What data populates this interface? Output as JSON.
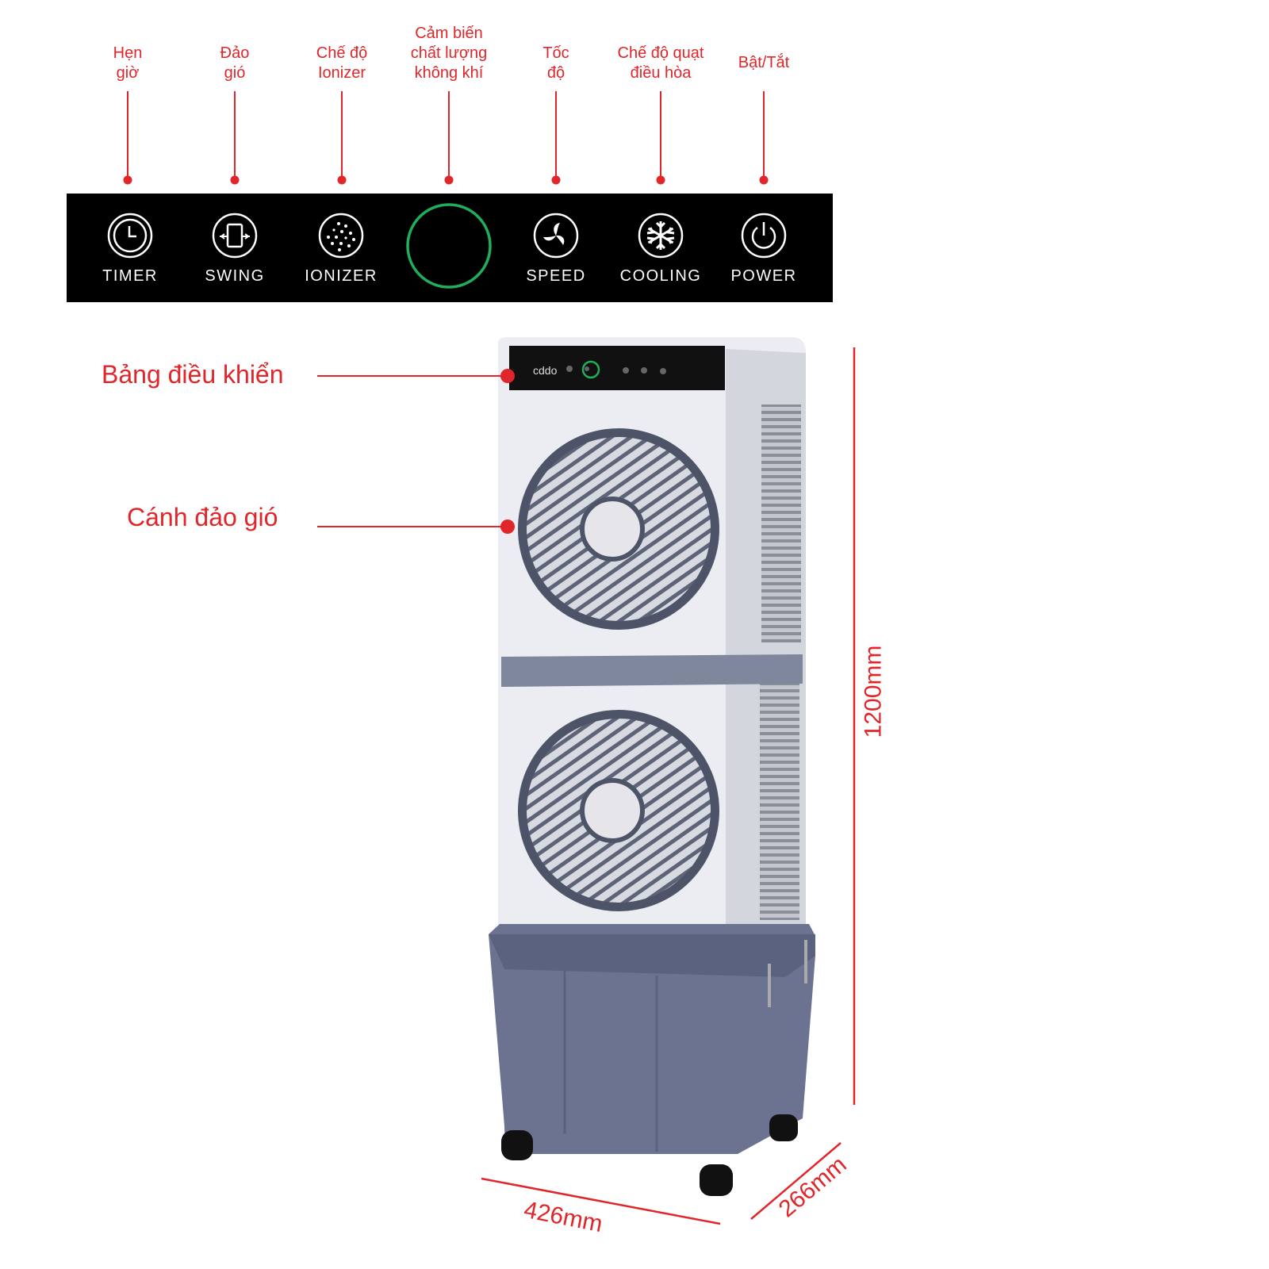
{
  "callouts": [
    {
      "label": "Hẹn\ngiờ",
      "button": "TIMER",
      "icon": "clock-icon"
    },
    {
      "label": "Đảo\ngió",
      "button": "SWING",
      "icon": "swing-icon"
    },
    {
      "label": "Chế độ\nIonizer",
      "button": "IONIZER",
      "icon": "ionizer-icon"
    },
    {
      "label": "Cảm biến\nchất lượng\nkhông khí",
      "button": "",
      "icon": "air-quality-sensor-ring"
    },
    {
      "label": "Tốc\nđộ",
      "button": "SPEED",
      "icon": "fan-icon"
    },
    {
      "label": "Chế độ quạt\nđiều hòa",
      "button": "COOLING",
      "icon": "snowflake-icon"
    },
    {
      "label": "Bật/Tắt",
      "button": "POWER",
      "icon": "power-icon"
    }
  ],
  "side_labels": {
    "control_panel": "Bảng điều khiển",
    "louver": "Cánh đảo gió"
  },
  "dimensions": {
    "height": "1200mm",
    "width": "426mm",
    "depth": "266mm"
  },
  "colors": {
    "accent": "#e0262a",
    "sensor_ring": "#1fae5b",
    "panel": "#000000",
    "tank": "#6b7390"
  }
}
